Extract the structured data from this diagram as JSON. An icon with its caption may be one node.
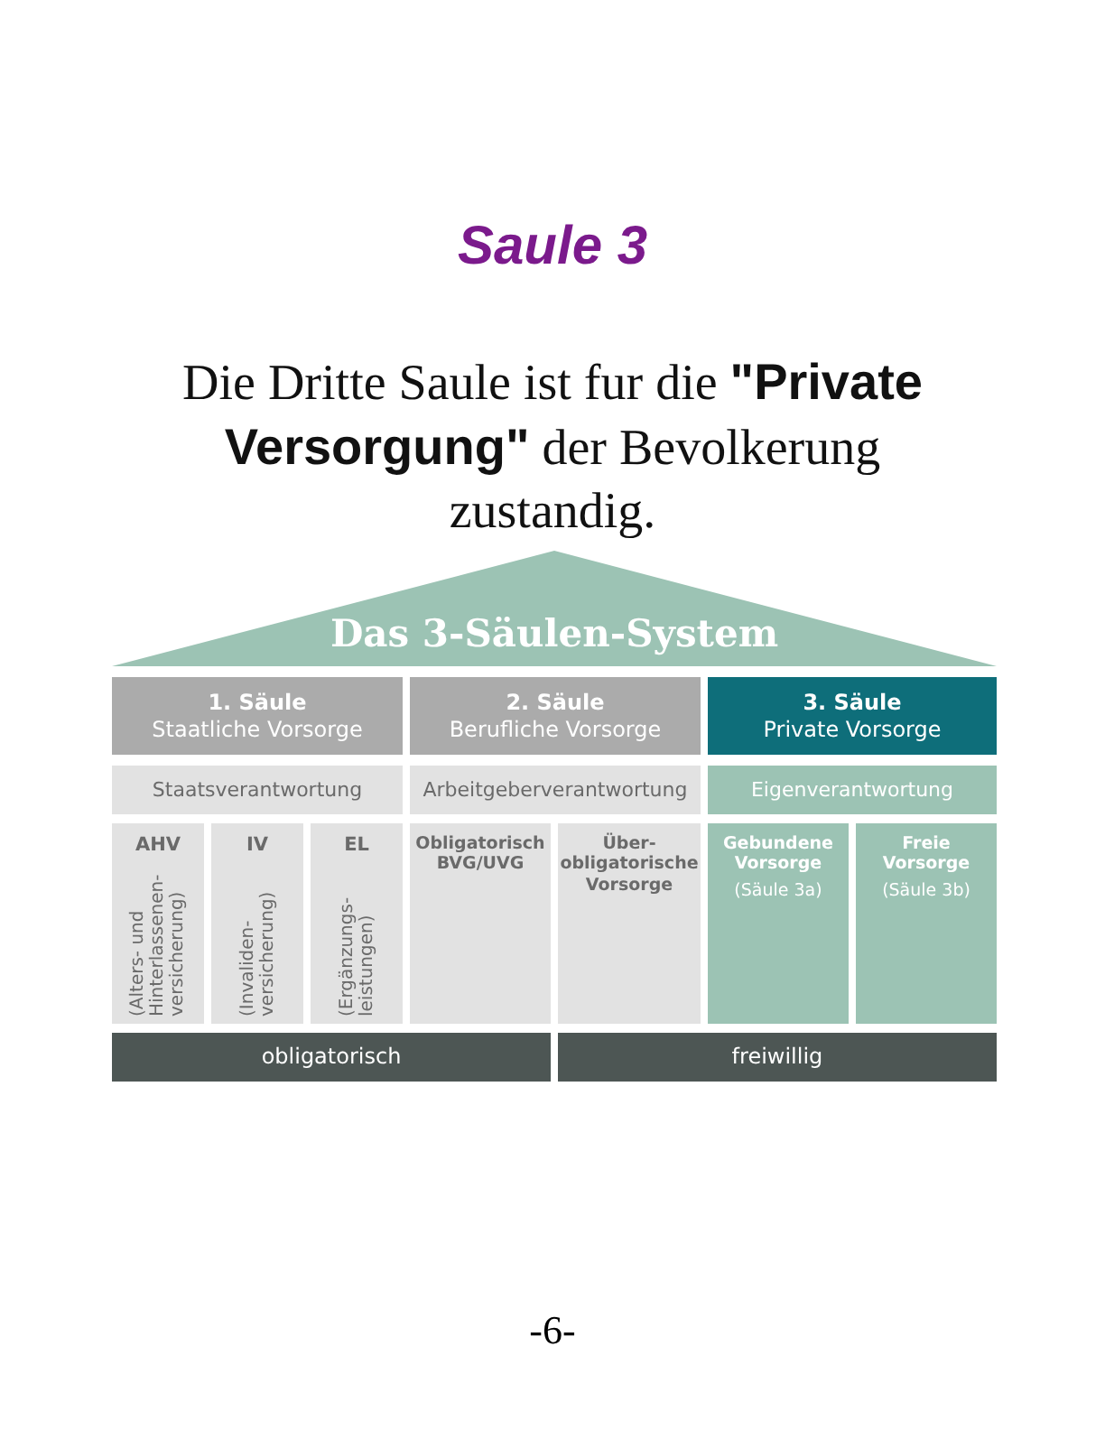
{
  "diagram": {
    "title": "Saule 3",
    "nodes": [
      {
        "text": [
          "Das 3-Säulen-System"
        ]
      },
      {
        "text": [
          "1. Säule",
          "Staatliche Vorsorge"
        ]
      },
      {
        "text": [
          "2. Säule",
          "Berufliche Vorsorge"
        ]
      },
      {
        "text": [
          "3. Säule",
          "Private Vorsorge"
        ]
      },
      {
        "text": [
          "Staatsverantwortung"
        ]
      },
      {
        "text": [
          "Arbeitgeberverantwortung"
        ]
      },
      {
        "text": [
          "Eigenverantwortung"
        ]
      },
      {
        "text": [
          "AHV",
          "(Alters- und Hinterlassenen- versicherung)"
        ]
      },
      {
        "text": [
          "IV",
          "(Invaliden- versicherung)"
        ]
      },
      {
        "text": [
          "EL",
          "(Ergänzungs- leistungen)"
        ]
      },
      {
        "text": [
          "Obligatorisch BVG/UVG"
        ]
      },
      {
        "text": [
          "Über- obligatorische Vorsorge"
        ]
      },
      {
        "text": [
          "Gebundene Vorsorge",
          "(Säule 3a)"
        ]
      },
      {
        "text": [
          "Freie Vorsorge",
          "(Säule 3b)"
        ]
      },
      {
        "text": [
          "obligatorisch"
        ]
      },
      {
        "text": [
          "freiwillig"
        ]
      }
    ],
    "edges": [],
    "labels": [
      "Die Dritte Saule ist fur die **\"Private Versorgung\"** der Bevolkerung zustandig.",
      "-6-"
    ]
  }
}
